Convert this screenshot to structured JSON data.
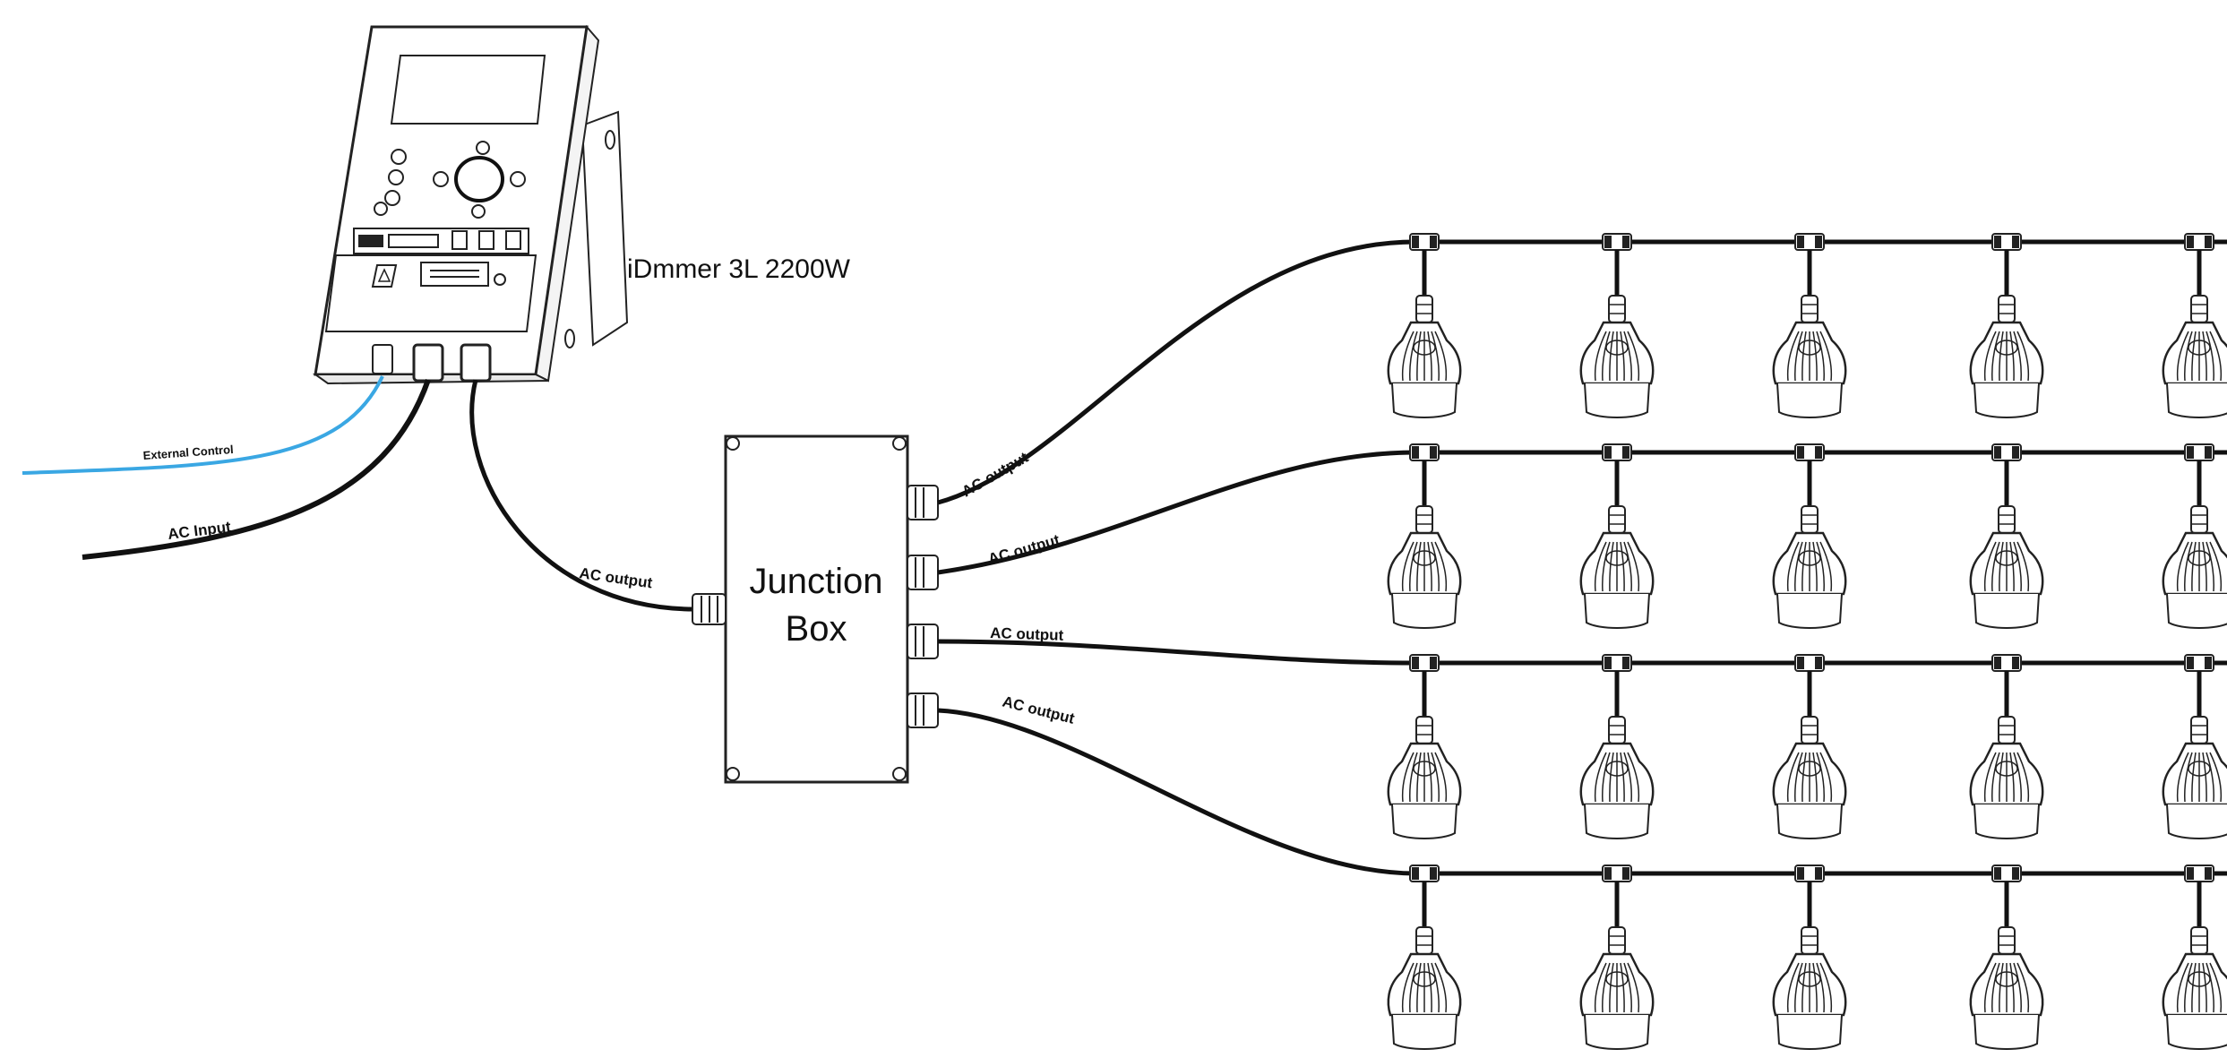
{
  "device": {
    "name": "iDmmer 3L 2200W"
  },
  "junction_box": {
    "line1": "Junction",
    "line2": "Box"
  },
  "cables": {
    "external_control": "External Control",
    "ac_input": "AC Input",
    "dimmer_output": "AC output",
    "output_1": "AC output",
    "output_2": "AC output",
    "output_3": "AC output",
    "output_4": "AC output"
  },
  "colors": {
    "external_control_cable": "#3aa7e3",
    "ac_cable": "#111111"
  },
  "layout": {
    "rows": 4,
    "lamps_per_row": 5
  }
}
